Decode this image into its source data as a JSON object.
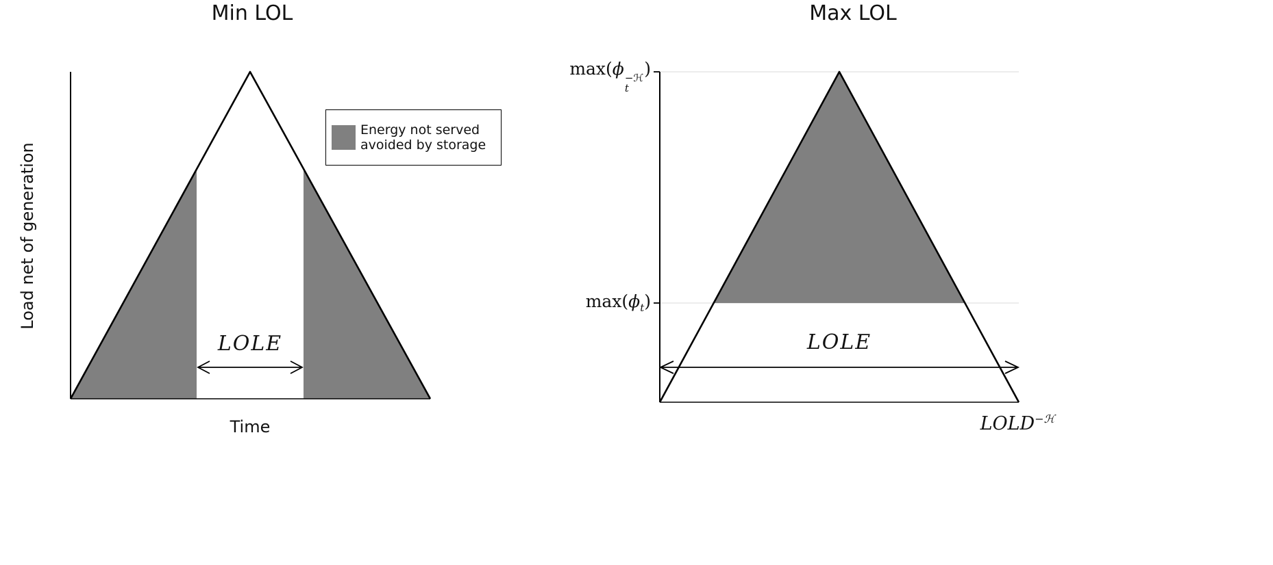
{
  "figure": {
    "left": {
      "title": "Min LOL",
      "ylabel": "Load net of generation",
      "xlabel": "Time",
      "annotation": "LOLE",
      "legend": {
        "line1": "Energy not served",
        "line2": "avoided by storage"
      }
    },
    "right": {
      "title": "Max LOL",
      "annotation": "LOLE",
      "ytick_top": {
        "prefix": "max(",
        "phi": "ϕ",
        "sup": "−ℋ",
        "sub": "t",
        "suffix": ")"
      },
      "ytick_mid": {
        "prefix": "max(",
        "phi": "ϕ",
        "sub": "t",
        "suffix": ")"
      },
      "xlabel": {
        "main": "LOLD",
        "sup": "−ℋ"
      }
    },
    "colors": {
      "shaded_fill": "#808080",
      "line": "#000000",
      "gridline": "#e6e6e6",
      "background": "#ffffff"
    }
  },
  "chart_data": [
    {
      "type": "area",
      "title": "Min LOL",
      "xlabel": "Time",
      "ylabel": "Load net of generation",
      "x_range_normalized": [
        0,
        1
      ],
      "y_range_normalized": [
        0,
        1
      ],
      "series": [
        {
          "name": "load-net-of-generation",
          "points": [
            [
              0,
              0
            ],
            [
              0.5,
              1
            ],
            [
              1,
              0
            ]
          ]
        }
      ],
      "shaded_regions": [
        {
          "name": "energy-not-served-avoided-by-storage-left-flank",
          "x_from": 0,
          "x_to": 0.35,
          "bounded_above_by": "triangle-edge",
          "color": "#808080"
        },
        {
          "name": "energy-not-served-avoided-by-storage-right-flank",
          "x_from": 0.65,
          "x_to": 1,
          "bounded_above_by": "triangle-edge",
          "color": "#808080"
        }
      ],
      "annotations": [
        {
          "text": "LOLE",
          "type": "double-headed-arrow",
          "x_from": 0.35,
          "x_to": 0.65,
          "y": 0.09
        }
      ],
      "legend_entries": [
        "Energy not served avoided by storage"
      ],
      "grid": false,
      "legend_position": "upper right"
    },
    {
      "type": "area",
      "title": "Max LOL",
      "xlabel": "LOLD^{−ℋ}",
      "ylabel": "",
      "yticks": [
        "max(ϕ_t^{−ℋ})",
        "max(ϕ_t)"
      ],
      "ytick_values_normalized": [
        1.0,
        0.3
      ],
      "series": [
        {
          "name": "load-net-of-generation",
          "points": [
            [
              0,
              0
            ],
            [
              0.5,
              1
            ],
            [
              1,
              0
            ]
          ]
        }
      ],
      "shaded_regions": [
        {
          "name": "energy-not-served-avoided-by-storage-peak",
          "y_above": 0.3,
          "bounded_by": "triangle",
          "color": "#808080"
        }
      ],
      "annotations": [
        {
          "text": "LOLE",
          "type": "double-headed-arrow",
          "x_from": 0,
          "x_to": 1,
          "y": 0.1
        },
        {
          "text": "LOLD^{−ℋ}",
          "position": "bottom-right"
        }
      ],
      "grid": "horizontal-at-yticks",
      "legend_position": "none"
    }
  ]
}
